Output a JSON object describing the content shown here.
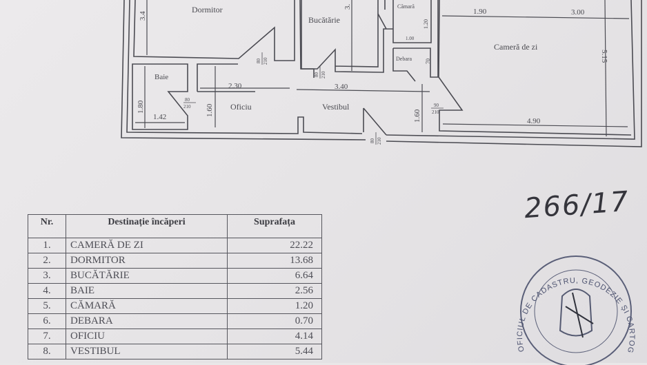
{
  "floor_plan": {
    "rooms": {
      "dormitor": "Dormitor",
      "bucatarie": "Bucătărie",
      "camara": "Cămară",
      "debara": "Debara",
      "camera_de_zi": "Cameră de zi",
      "baie": "Baie",
      "oficiu": "Oficiu",
      "vestibul": "Vestibul"
    },
    "dimensions": {
      "dormitor_height": "3.4",
      "bucatarie_height": "3.",
      "camara_height": "1.20",
      "camara_width": "1.00",
      "debara_width": "70",
      "camera_top_left": "1.90",
      "camera_top_right": "3.00",
      "camera_height": "5.15",
      "camera_bottom": "4.90",
      "baie_height": "1.80",
      "baie_width": "1.42",
      "oficiu_width": "2.30",
      "oficiu_height": "1.60",
      "vestibul_width": "3.40",
      "vestibul_height": "1.60"
    },
    "doors": {
      "baie": {
        "w": "80",
        "h": "210"
      },
      "dormitor": {
        "w": "80",
        "h": "210"
      },
      "bucatarie": {
        "w": "80",
        "h": "210"
      },
      "camera": {
        "w": "90",
        "h": "210"
      },
      "entrance": {
        "w": "80",
        "h": "210"
      }
    }
  },
  "handwritten_note": "266/17",
  "stamp": {
    "text": "OFICIUL DE CADASTRU, GEODEZIE ȘI CARTOGRAFIE AL MUNICIPIULUI BUCUREȘTI"
  },
  "table": {
    "headers": {
      "nr": "Nr.",
      "destination": "Destinație încăperi",
      "area": "Suprafața"
    },
    "rows": [
      {
        "nr": "1.",
        "name": "CAMERĂ DE ZI",
        "area": "22.22"
      },
      {
        "nr": "2.",
        "name": "DORMITOR",
        "area": "13.68"
      },
      {
        "nr": "3.",
        "name": "BUCĂTĂRIE",
        "area": "6.64"
      },
      {
        "nr": "4.",
        "name": "BAIE",
        "area": "2.56"
      },
      {
        "nr": "5.",
        "name": "CĂMARĂ",
        "area": "1.20"
      },
      {
        "nr": "6.",
        "name": "DEBARA",
        "area": "0.70"
      },
      {
        "nr": "7.",
        "name": "OFICIU",
        "area": "4.14"
      },
      {
        "nr": "8.",
        "name": "VESTIBUL",
        "area": "5.44"
      }
    ]
  }
}
